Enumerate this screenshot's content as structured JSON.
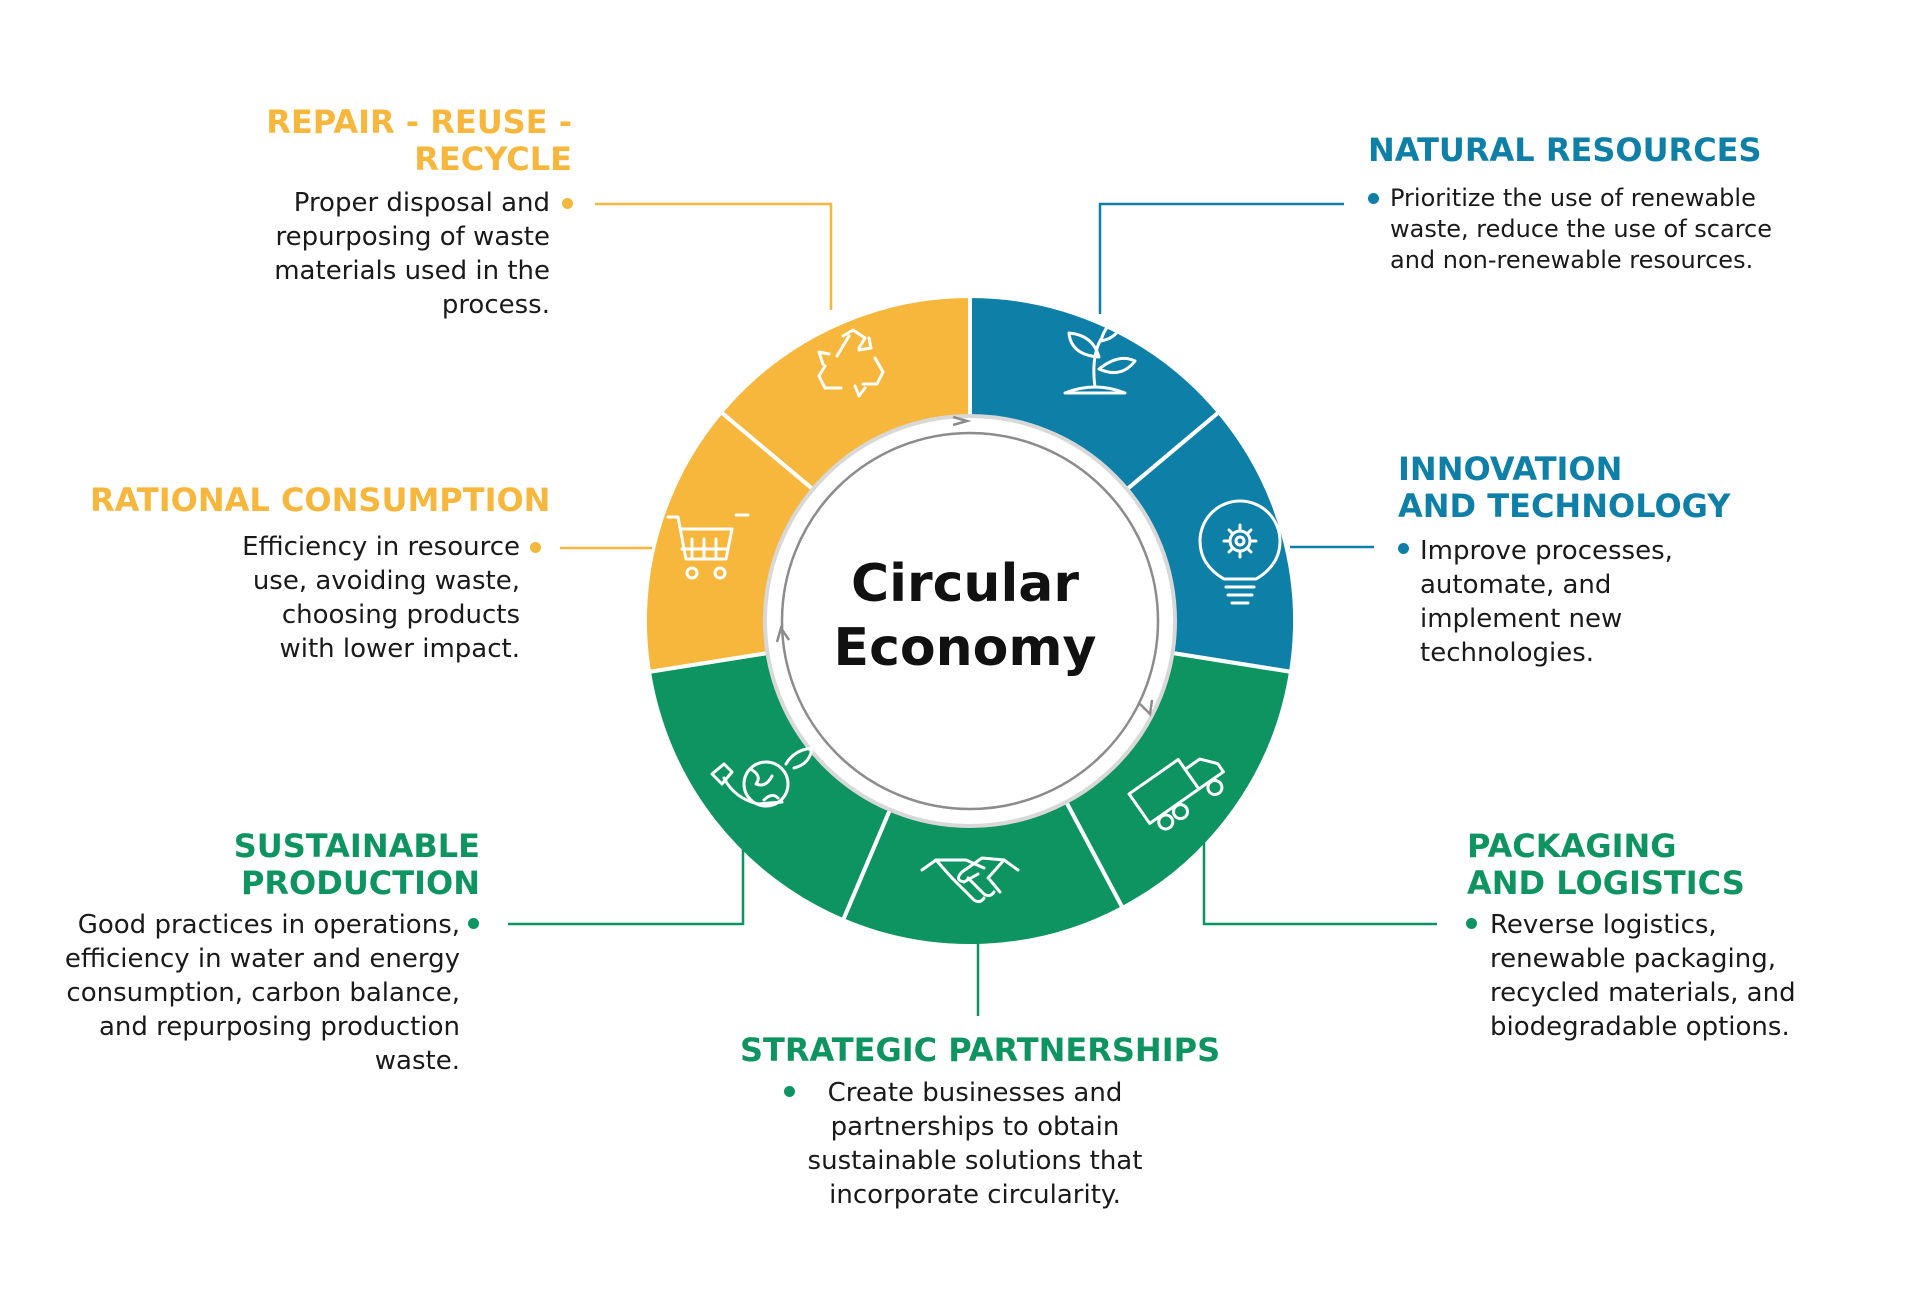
{
  "center": {
    "line1": "Circular",
    "line2": "Economy"
  },
  "colors": {
    "yellow": "#f6b73c",
    "blue": "#0e7fa6",
    "green": "#0d9460"
  },
  "sections": {
    "repair": {
      "title1": "REPAIR - REUSE -",
      "title2": "RECYCLE",
      "desc": "Proper disposal and repurposing of waste materials used in the process.",
      "icon": "recycle-icon"
    },
    "rational": {
      "title": "RATIONAL CONSUMPTION",
      "desc": "Efficiency in resource use, avoiding waste, choosing products with lower impact.",
      "icon": "shopping-cart-icon"
    },
    "natural": {
      "title": "NATURAL RESOURCES",
      "desc": "Prioritize the use of renewable waste, reduce the use of scarce and non-renewable resources.",
      "icon": "sprout-icon"
    },
    "innovation": {
      "title1": "INNOVATION",
      "title2": "AND TECHNOLOGY",
      "desc": "Improve processes, automate, and implement new technologies.",
      "icon": "lightbulb-gear-icon"
    },
    "sustainable": {
      "title1": "SUSTAINABLE",
      "title2": "PRODUCTION",
      "desc": "Good practices in operations, efficiency in water and energy consumption, carbon balance, and repurposing production waste.",
      "icon": "globe-hand-icon"
    },
    "packaging": {
      "title1": "PACKAGING",
      "title2": "AND LOGISTICS",
      "desc": "Reverse logistics, renewable packaging, recycled materials, and biodegradable options.",
      "icon": "truck-icon"
    },
    "strategic": {
      "title": "STRATEGIC PARTNERSHIPS",
      "desc": "Create businesses and partnerships to obtain sustainable solutions that incorporate circularity.",
      "icon": "handshake-icon"
    }
  }
}
